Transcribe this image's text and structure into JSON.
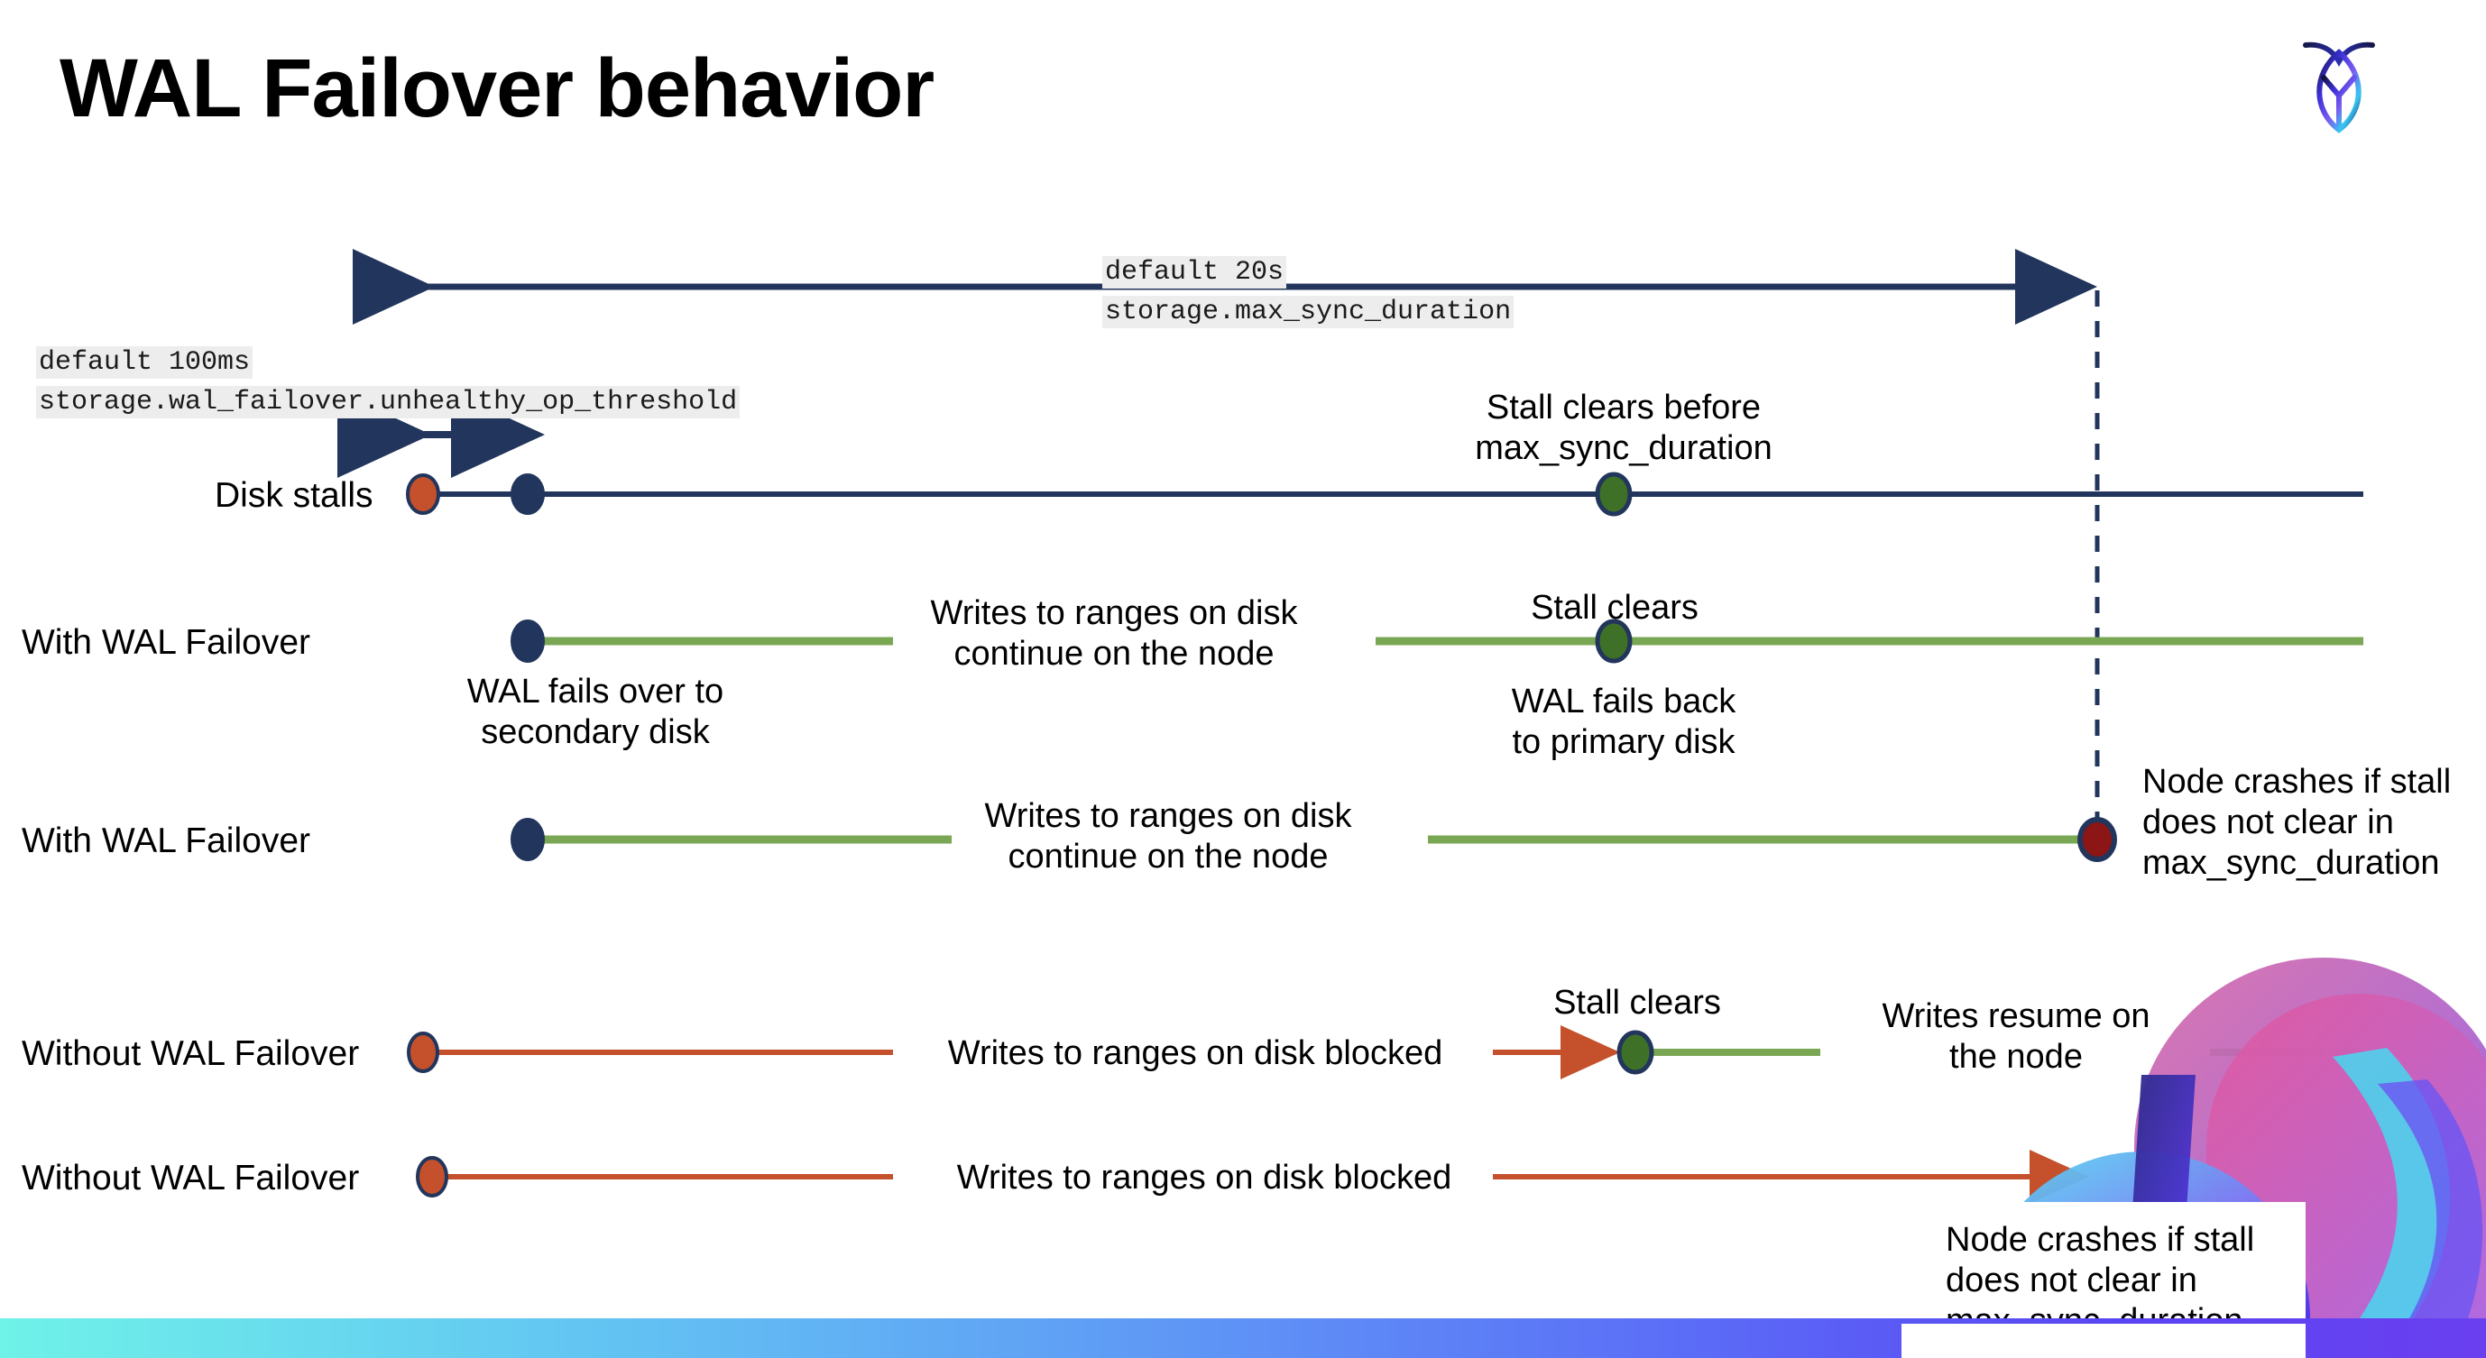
{
  "slide": {
    "title": "WAL Failover behavior",
    "logo_name": "cockroachdb-logo"
  },
  "settings": {
    "max_sync": {
      "default_line": "default 20s",
      "setting_line": "storage.max_sync_duration"
    },
    "unhealthy_threshold": {
      "default_line": "default 100ms",
      "setting_line": "storage.wal_failover.unhealthy_op_threshold"
    }
  },
  "colors": {
    "navy": "#22355c",
    "green_line": "#7aa754",
    "green_dot": "#3f7028",
    "orange": "#c4512c",
    "dark_red": "#8c1515",
    "code_bg": "#ededed"
  },
  "rows": [
    {
      "label": "Disk stalls",
      "annotations": [
        {
          "text": "Stall clears before\nmax_sync_duration"
        }
      ]
    },
    {
      "label": "With WAL Failover",
      "annotations": [
        {
          "text": "WAL fails over to\nsecondary disk"
        },
        {
          "text": "Writes to ranges on disk\ncontinue on the node"
        },
        {
          "text": "Stall clears"
        },
        {
          "text": "WAL fails  back\nto primary disk"
        }
      ]
    },
    {
      "label": "With WAL Failover",
      "annotations": [
        {
          "text": "Writes to ranges on disk\ncontinue on the node"
        },
        {
          "text": "Node crashes if stall\ndoes not clear in\nmax_sync_duration"
        }
      ]
    },
    {
      "label": "Without WAL Failover",
      "annotations": [
        {
          "text": "Writes to ranges on disk  blocked"
        },
        {
          "text": "Stall clears"
        },
        {
          "text": "Writes resume on\nthe node"
        }
      ]
    },
    {
      "label": "Without WAL Failover",
      "annotations": [
        {
          "text": "Writes to ranges on disk  blocked"
        },
        {
          "text": "Node crashes if stall\ndoes not clear in\nmax_sync_duration"
        }
      ]
    }
  ],
  "labels": {
    "row1": "Disk stalls",
    "row2": "With WAL Failover",
    "row3": "With WAL Failover",
    "row4": "Without WAL Failover",
    "row5": "Without WAL Failover",
    "stall_clears_before": "Stall clears before",
    "max_sync_duration": "max_sync_duration",
    "wal_fails_over_1": "WAL fails over to",
    "wal_fails_over_2": "secondary disk",
    "writes_continue_1": "Writes to ranges on disk",
    "writes_continue_2": "continue on the node",
    "stall_clears": "Stall clears",
    "wal_fails_back_1": "WAL fails  back",
    "wal_fails_back_2": "to primary disk",
    "writes_continue_b1": "Writes to ranges on disk",
    "writes_continue_b2": "continue on the node",
    "node_crashes_1": "Node crashes if stall",
    "node_crashes_2": "does not clear in",
    "node_crashes_3": "max_sync_duration",
    "writes_blocked_1": "Writes to ranges on disk  blocked",
    "stall_clears_2": "Stall clears",
    "writes_resume_1": "Writes resume on",
    "writes_resume_2": "the node",
    "writes_blocked_2": "Writes to ranges on disk  blocked",
    "node_crashes_b1": "Node crashes if stall",
    "node_crashes_b2": "does not clear in",
    "node_crashes_b3": "max_sync_duration"
  }
}
